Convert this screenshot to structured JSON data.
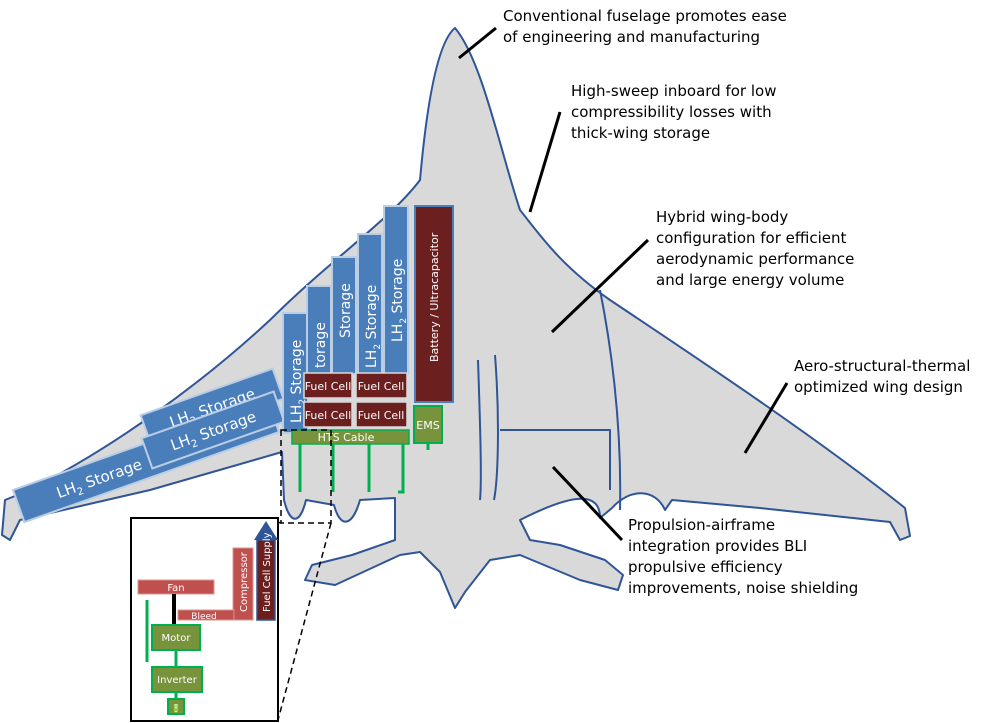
{
  "annotations": {
    "fuselage": [
      "Conventional fuselage promotes ease",
      "of engineering and manufacturing"
    ],
    "sweep": [
      "High-sweep inboard for low",
      "compressibility losses with",
      "thick-wing storage"
    ],
    "hybrid": [
      "Hybrid wing-body",
      "configuration for efficient",
      "aerodynamic performance",
      "and large energy volume"
    ],
    "aero": [
      "Aero-structural-thermal",
      "optimized wing design"
    ],
    "propulsion": [
      "Propulsion-airframe",
      "integration provides BLI",
      "propulsive efficiency",
      "improvements, noise shielding"
    ]
  },
  "storage": {
    "lh2_prefix": "LH",
    "lh2_sub": "2",
    "storage_word": " Storage",
    "storage_only": "Storage",
    "truncated": "torage"
  },
  "fuel_cell_label": "Fuel Cell",
  "battery_label": "Battery / Ultracapacitor",
  "ems_label": "EMS",
  "hts_label": "HTS Cable",
  "inset": {
    "fan": "Fan",
    "bleed": "Bleed",
    "compressor": "Compressor",
    "supply": "Fuel Cell Supply",
    "motor": "Motor",
    "inverter": "Inverter",
    "battery_glyph": "🔋"
  },
  "colors": {
    "airframe_fill": "#d9d9d9",
    "airframe_stroke": "#2f5597",
    "storage_fill": "#4a7ebb",
    "fuel_cell_fill": "#6b1f1f",
    "ems_fill": "#77933c",
    "cable_green": "#00b050",
    "fan_fill": "#c0504d"
  }
}
